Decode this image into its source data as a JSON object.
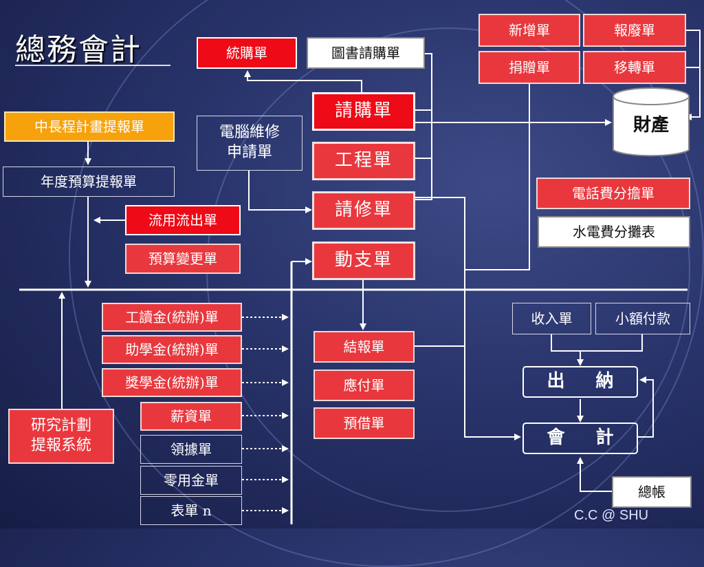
{
  "title": "總務會計",
  "footer": "C.C @ SHU",
  "nodes": {
    "budget_plan": "中長程計畫提報單",
    "annual_budget": "年度預算提報單",
    "transfer_out": "流用流出單",
    "budget_change": "預算變更單",
    "research_plan": "研究計劃\n提報系統",
    "computer_repair": "電腦維修\n申請單",
    "unified_purchase": "統購單",
    "book_purchase": "圖書請購單",
    "purchase_req": "請購單",
    "engineering": "工程單",
    "repair_req": "請修單",
    "expense": "動支單",
    "new_asset": "新增單",
    "scrap": "報廢單",
    "donation": "捐贈單",
    "transfer": "移轉單",
    "property": "財產",
    "phone_share": "電話費分擔單",
    "utility_share": "水電費分攤表",
    "work_study": "工讀金(統辦)單",
    "aid": "助學金(統辦)單",
    "scholarship": "獎學金(統辦)單",
    "salary": "薪資單",
    "receipt": "領據單",
    "petty_cash": "零用金單",
    "form_n": "表單 n",
    "settlement": "結報單",
    "payable": "應付單",
    "advance": "預借單",
    "income": "收入單",
    "small_payment": "小額付款",
    "cashier": "出 納",
    "accounting": "會 計",
    "ledger": "總帳"
  },
  "colors": {
    "red": "#e8383e",
    "highlight_red": "#ee0a16",
    "orange": "#f7a20c",
    "white": "#ffffff",
    "line": "#ffffff"
  }
}
